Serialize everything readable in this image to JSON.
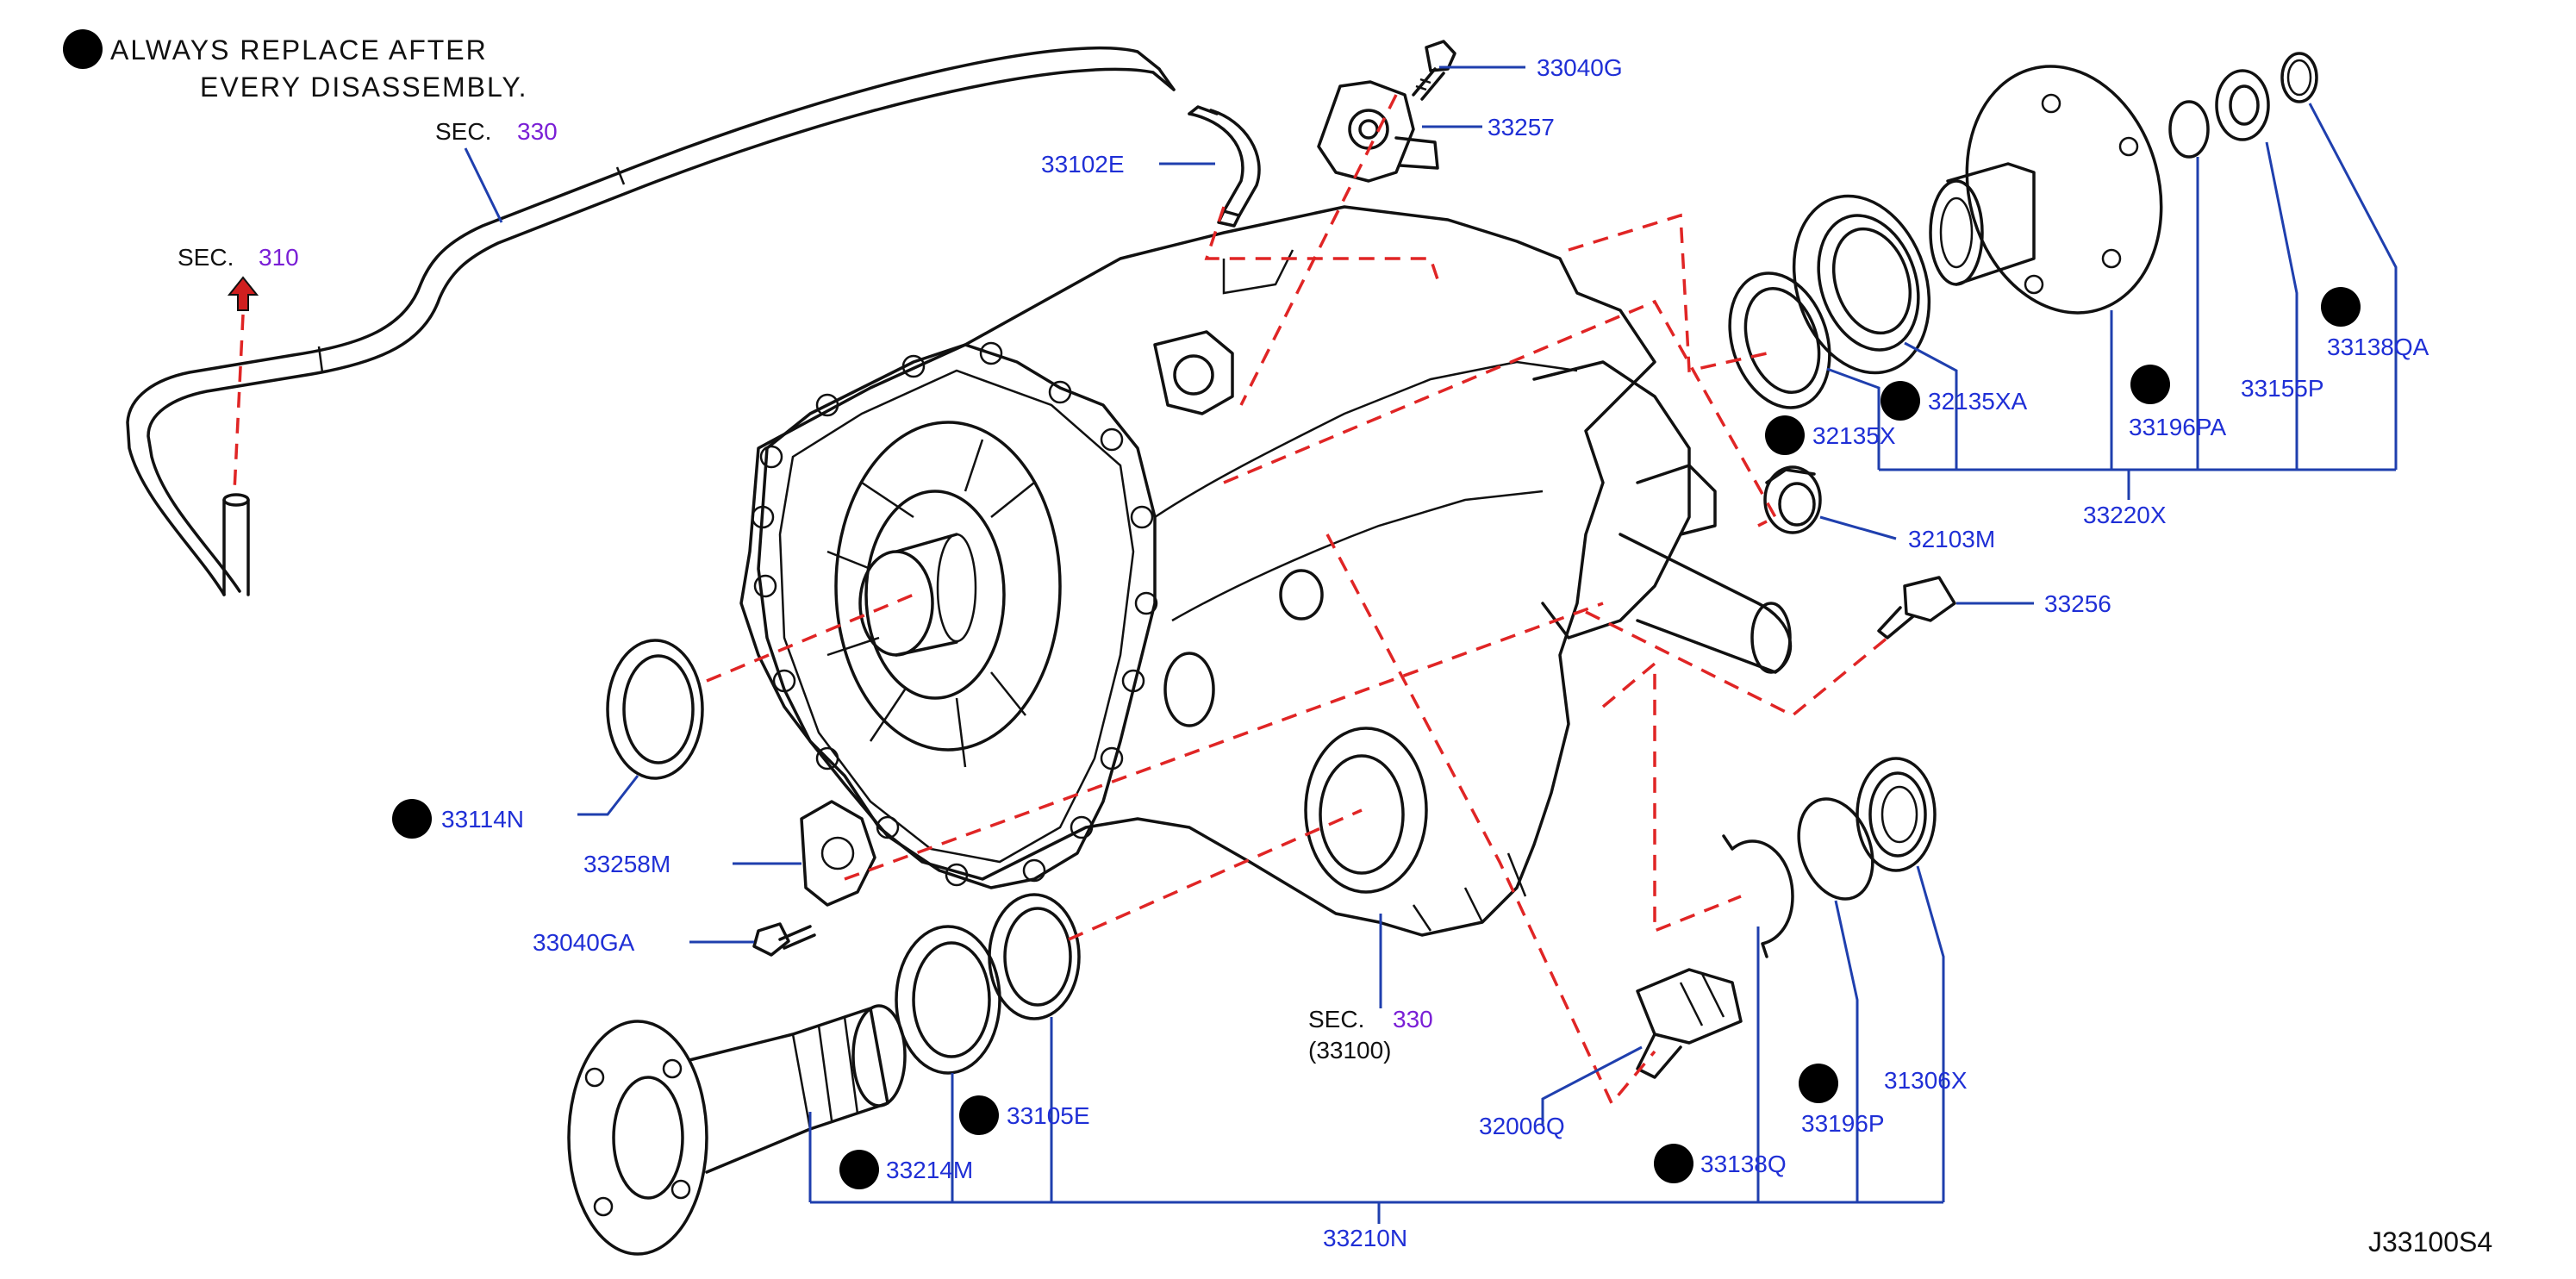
{
  "diagram_id": "J33100S4",
  "note": {
    "line1": "ALWAYS  REPLACE  AFTER",
    "line2": "EVERY  DISASSEMBLY."
  },
  "sections": {
    "sec330_pipe": {
      "prefix": "SEC.",
      "number": "330"
    },
    "sec310": {
      "prefix": "SEC.",
      "number": "310"
    },
    "sec330_case": {
      "prefix": "SEC.",
      "number": "330",
      "sub": "(33100)"
    }
  },
  "parts": {
    "p33040G": "33040G",
    "p33257": "33257",
    "p33102E": "33102E",
    "p32135XA": "32135XA",
    "p32135X": "32135X",
    "p33196PA": "33196PA",
    "p33155P": "33155P",
    "p33138QA": "33138QA",
    "p33220X": "33220X",
    "p32103M": "32103M",
    "p33256": "33256",
    "p33114N": "33114N",
    "p33258M": "33258M",
    "p33040GA": "33040GA",
    "p33105E": "33105E",
    "p33214M": "33214M",
    "p32006Q": "32006Q",
    "p33138Q": "33138Q",
    "p33196P": "33196P",
    "p31306X": "31306X",
    "p33210N": "33210N"
  },
  "colors": {
    "part_number": "#1f2fd6",
    "section_number": "#7a1fd6",
    "leader": "#1f3fae",
    "dashed_guide": "#e02525",
    "ink": "#111111"
  },
  "icons": {
    "replace_mark": "circled-x-icon",
    "section_arrow": "up-arrow-icon"
  }
}
